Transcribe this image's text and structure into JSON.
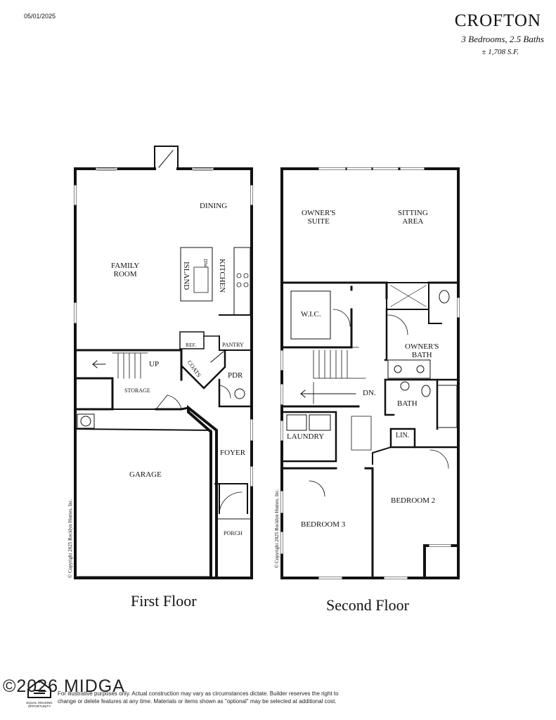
{
  "date": "05/01/2025",
  "plan": {
    "name": "CROFTON",
    "beds_baths": "3 Bedrooms, 2.5 Baths",
    "square_feet": "± 1,708 S.F."
  },
  "first_floor": {
    "label": "First Floor",
    "copyright": "© Copyright 2025 Rocklyn Homes, Inc.",
    "rooms": {
      "dining": "DINING",
      "family_room": "FAMILY\nROOM",
      "island": "ISLAND",
      "dw": "DW",
      "kitchen": "KITCHEN",
      "ref": "REF.",
      "pantry": "PANTRY",
      "up": "UP",
      "coats": "COATS",
      "pdr": "PDR",
      "storage": "STORAGE",
      "garage": "GARAGE",
      "foyer": "FOYER",
      "porch": "PORCH"
    }
  },
  "second_floor": {
    "label": "Second Floor",
    "copyright": "© Copyright 2025 Rocklyn Homes, Inc.",
    "rooms": {
      "owners_suite": "OWNER'S\nSUITE",
      "sitting_area": "SITTING\nAREA",
      "wic": "W.I.C.",
      "owners_bath": "OWNER'S\nBATH",
      "dn": "DN.",
      "bath": "BATH",
      "laundry": "LAUNDRY",
      "lin": "LIN.",
      "bedroom_2": "BEDROOM 2",
      "bedroom_3": "BEDROOM 3"
    }
  },
  "footer": {
    "disclaimer_line1": "For illustrative purposes only. Actual construction may vary as circumstances dictate. Builder reserves the right to",
    "disclaimer_line2": "change or delete features at any time. Materials  or items shown as \"optional\" may be selected at additional cost.",
    "equal_housing": "EQUAL HOUSING\nOPPORTUNITY",
    "watermark": "©2026 MIDGA"
  }
}
